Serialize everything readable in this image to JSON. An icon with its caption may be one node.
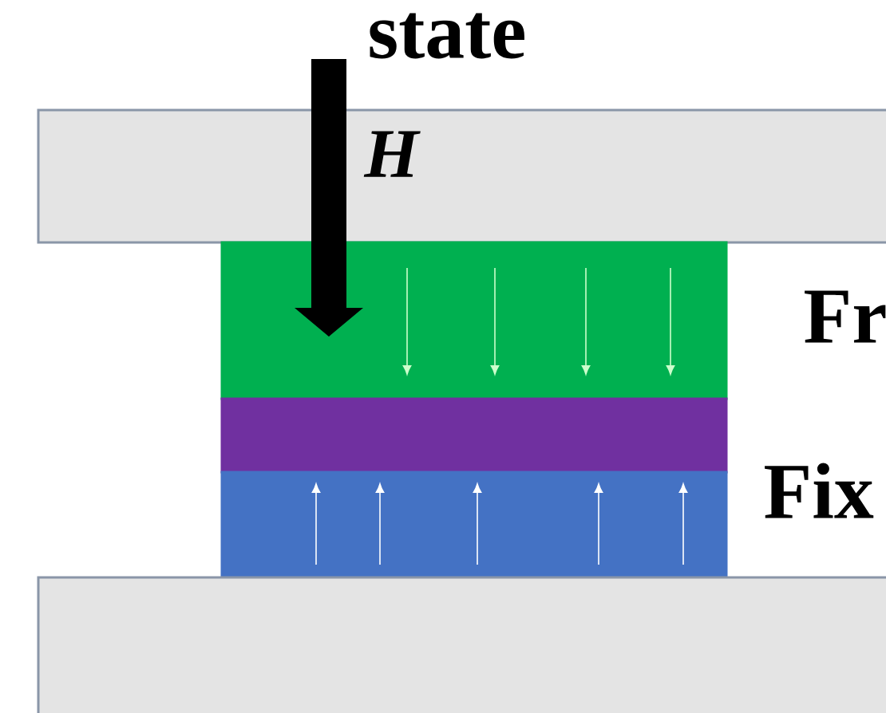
{
  "diagram": {
    "nodes": [
      {
        "text": [],
        "shape": "box"
      },
      {
        "text": [],
        "shape": "box"
      },
      {
        "text": [],
        "shape": "box"
      },
      {
        "text": [],
        "shape": "box"
      },
      {
        "text": [],
        "shape": "box"
      }
    ],
    "labels": [
      "state",
      "H",
      "Fr",
      "Fix"
    ]
  }
}
